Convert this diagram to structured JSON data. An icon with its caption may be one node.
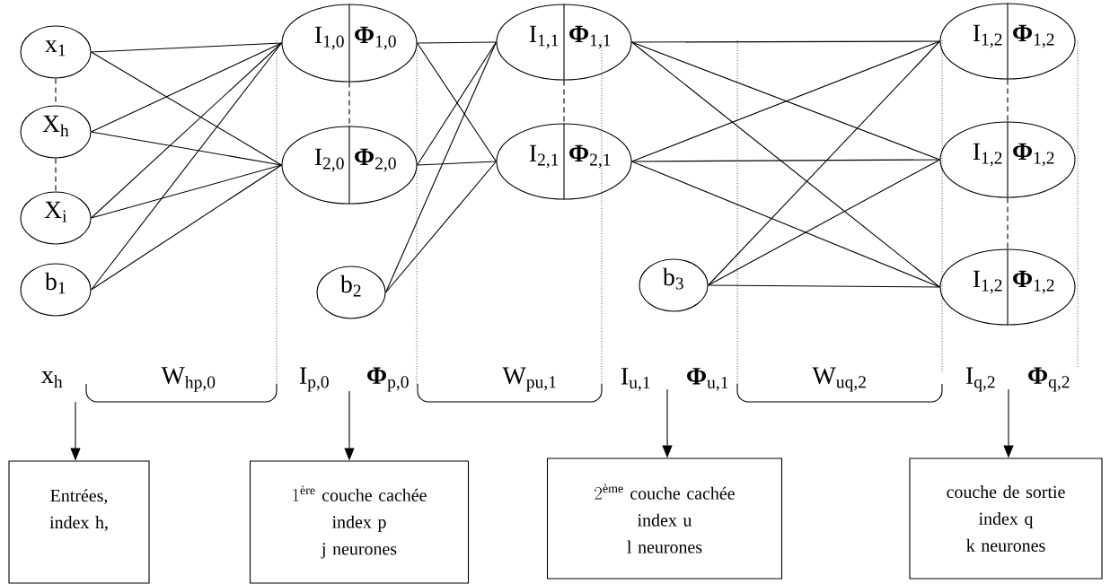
{
  "diagram": {
    "nodes": [
      {
        "text": [
          "x$_{1}$"
        ]
      },
      {
        "text": [
          "X$_{h}$"
        ]
      },
      {
        "text": [
          "X$_{i}$"
        ]
      },
      {
        "text": [
          "b$_{1}$"
        ]
      },
      {
        "text": [
          "I$_{1,0}$",
          "**Φ**$_{1,0}$"
        ]
      },
      {
        "text": [
          "I$_{2,0}$",
          "**Φ**$_{2,0}$"
        ]
      },
      {
        "text": [
          "b$_{2}$"
        ]
      },
      {
        "text": [
          "I$_{1,1}$",
          "**Φ**$_{1,1}$"
        ]
      },
      {
        "text": [
          "I$_{2,1}$",
          "**Φ**$_{2,1}$"
        ]
      },
      {
        "text": [
          "b$_{3}$"
        ]
      },
      {
        "text": [
          "I$_{1,2}$",
          "**Φ**$_{1,2}$"
        ]
      },
      {
        "text": [
          "I$_{1,2}$",
          "**Φ**$_{1,2}$"
        ]
      },
      {
        "text": [
          "I$_{1,2}$",
          "**Φ**$_{1,2}$"
        ]
      },
      {
        "text": [
          "Entrées,",
          "index h,"
        ]
      },
      {
        "text": [
          "1^{\\text{ère}}\\text{ couche cachée}",
          "index p",
          "j neurones"
        ]
      },
      {
        "text": [
          "2^{\\text{ème}}\\text{ couche cachée}",
          "index u",
          "l neurones"
        ]
      },
      {
        "text": [
          "couche de sortie",
          "index q",
          "k neurones"
        ]
      }
    ],
    "edges": [
      {
        "from": 0,
        "to": 4,
        "arrow": "none"
      },
      {
        "from": 0,
        "to": 5,
        "arrow": "none"
      },
      {
        "from": 1,
        "to": 4,
        "arrow": "none"
      },
      {
        "from": 1,
        "to": 5,
        "arrow": "none"
      },
      {
        "from": 2,
        "to": 4,
        "arrow": "none"
      },
      {
        "from": 2,
        "to": 5,
        "arrow": "none"
      },
      {
        "from": 3,
        "to": 4,
        "arrow": "none"
      },
      {
        "from": 3,
        "to": 5,
        "arrow": "none"
      },
      {
        "from": 4,
        "to": 7,
        "arrow": "none"
      },
      {
        "from": 4,
        "to": 8,
        "arrow": "none"
      },
      {
        "from": 5,
        "to": 7,
        "arrow": "none"
      },
      {
        "from": 5,
        "to": 8,
        "arrow": "none"
      },
      {
        "from": 6,
        "to": 7,
        "arrow": "none"
      },
      {
        "from": 6,
        "to": 8,
        "arrow": "none"
      },
      {
        "from": 7,
        "to": 10,
        "arrow": "none"
      },
      {
        "from": 7,
        "to": 11,
        "arrow": "none"
      },
      {
        "from": 7,
        "to": 12,
        "arrow": "none"
      },
      {
        "from": 8,
        "to": 10,
        "arrow": "none"
      },
      {
        "from": 8,
        "to": 11,
        "arrow": "none"
      },
      {
        "from": 8,
        "to": 12,
        "arrow": "none"
      },
      {
        "from": 9,
        "to": 10,
        "arrow": "none"
      },
      {
        "from": 9,
        "to": 11,
        "arrow": "none"
      },
      {
        "from": 9,
        "to": 12,
        "arrow": "none"
      },
      {
        "from": 0,
        "to": 1,
        "arrow": "none",
        "style": "dashed"
      },
      {
        "from": 1,
        "to": 2,
        "arrow": "none",
        "style": "dashed"
      },
      {
        "from": 4,
        "to": 5,
        "arrow": "none",
        "style": "dashed"
      },
      {
        "from": 7,
        "to": 8,
        "arrow": "none",
        "style": "dashed"
      },
      {
        "from": 10,
        "to": 11,
        "arrow": "none",
        "style": "dashed"
      },
      {
        "from": 11,
        "to": 12,
        "arrow": "none",
        "style": "dashed"
      },
      {
        "from": null,
        "to": 13,
        "arrow": "to"
      },
      {
        "from": null,
        "to": 14,
        "arrow": "to"
      },
      {
        "from": null,
        "to": 15,
        "arrow": "to"
      },
      {
        "from": null,
        "to": 16,
        "arrow": "to"
      }
    ],
    "labels": [
      "x$_{h}$",
      "W$_{hp,0}$",
      "I$_{p,0}$",
      "**Φ**$_{p,0}$",
      "W$_{pu,1}$",
      "I$_{u,1}$",
      "**Φ**$_{u,1}$",
      "W$_{uq,2}$",
      "I$_{q,2}$",
      "**Φ**$_{q,2}$"
    ]
  }
}
